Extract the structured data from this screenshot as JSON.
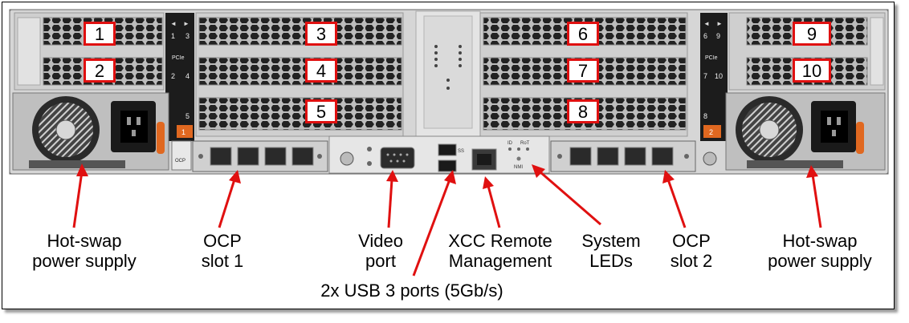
{
  "slots": [
    "1",
    "2",
    "3",
    "4",
    "5",
    "6",
    "7",
    "8",
    "9",
    "10"
  ],
  "riser_labels": {
    "left": [
      "1",
      "3",
      "PCIe",
      "2",
      "4",
      "5"
    ],
    "right": [
      "6",
      "9",
      "PCIe",
      "7",
      "10",
      "8"
    ],
    "left_tag": "1",
    "right_tag": "2"
  },
  "panel_text": {
    "ocp_small": "OCP",
    "rot": "RoT",
    "id": "ID",
    "nmi": "NMI",
    "usb_ss": "SS"
  },
  "callouts": {
    "psu_left": [
      "Hot-swap",
      "power supply"
    ],
    "ocp1": [
      "OCP",
      "slot 1"
    ],
    "video": [
      "Video",
      "port"
    ],
    "xcc": [
      "XCC Remote",
      "Management"
    ],
    "leds": [
      "System",
      "LEDs"
    ],
    "ocp2": [
      "OCP",
      "slot 2"
    ],
    "psu_right": [
      "Hot-swap",
      "power supply"
    ],
    "usb": "2x USB 3 ports (5Gb/s)"
  },
  "colors": {
    "callout_red": "#e01010",
    "accent_orange": "#e06820",
    "chassis": "#d6d6d6"
  }
}
